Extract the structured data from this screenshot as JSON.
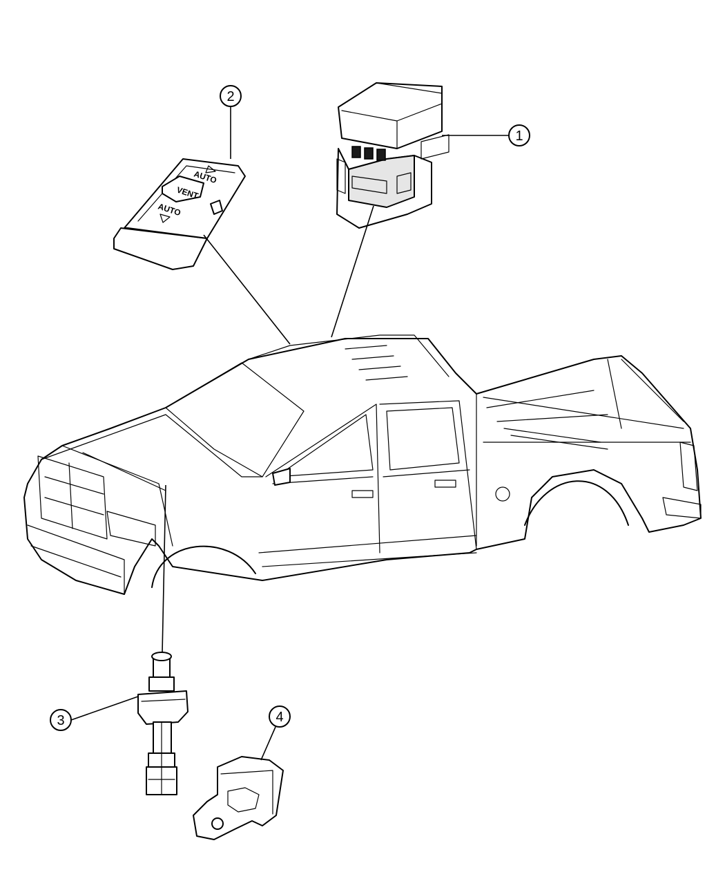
{
  "callouts": [
    {
      "id": "1",
      "label": "1"
    },
    {
      "id": "2",
      "label": "2"
    },
    {
      "id": "3",
      "label": "3"
    },
    {
      "id": "4",
      "label": "4"
    }
  ],
  "switch_labels": {
    "auto_top": "AUTO",
    "vent": "VENT",
    "auto_bottom": "AUTO"
  }
}
